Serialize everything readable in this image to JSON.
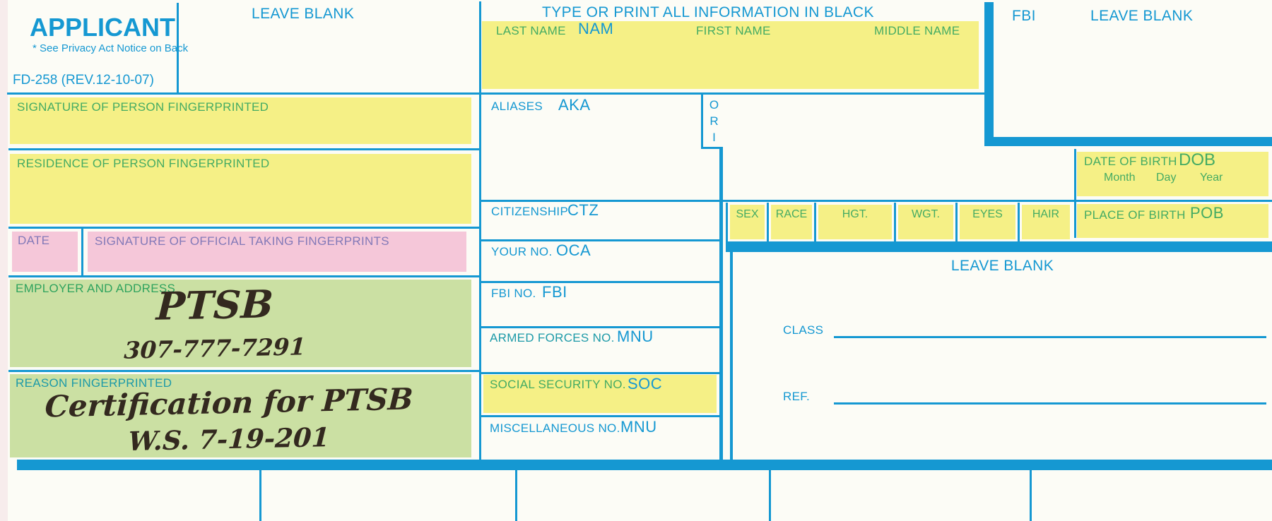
{
  "colors": {
    "accent_blue": "#1598d2",
    "field_yellow": "#f5f086",
    "field_pink": "#f5c7d9",
    "field_green": "#cbe0a3",
    "label_green": "#44ab63",
    "label_purple": "#8379b8",
    "handwriting": "#33291f"
  },
  "header": {
    "applicant": "APPLICANT",
    "privacy_note": "* See Privacy Act Notice on Back",
    "form_number": "FD-258 (REV.12-10-07)",
    "leave_blank_left": "LEAVE BLANK",
    "type_instruction": "TYPE OR PRINT ALL INFORMATION IN BLACK",
    "fbi_label": "FBI",
    "leave_blank_right": "LEAVE BLANK"
  },
  "name_row": {
    "last_name_label": "LAST NAME",
    "last_name_code": "NAM",
    "first_name_label": "FIRST NAME",
    "middle_name_label": "MIDDLE NAME"
  },
  "left_column": {
    "signature_label": "SIGNATURE OF PERSON FINGERPRINTED",
    "residence_label": "RESIDENCE OF PERSON FINGERPRINTED",
    "date_label": "DATE",
    "official_label": "SIGNATURE OF OFFICIAL TAKING FINGERPRINTS",
    "employer_label": "EMPLOYER AND ADDRESS",
    "employer_name": "PTSB",
    "employer_phone": "307-777-7291",
    "reason_label": "REASON FINGERPRINTED",
    "reason_line1": "Certification for PTSB",
    "reason_line2": "W.S. 7-19-201"
  },
  "middle_column": {
    "aliases": {
      "label": "ALIASES",
      "code": "AKA"
    },
    "ori": "ORI",
    "citizenship": {
      "label": "CITIZENSHIP",
      "code": "CTZ"
    },
    "your_no": {
      "label": "YOUR NO.",
      "code": "OCA"
    },
    "fbi_no": {
      "label": "FBI NO.",
      "code": "FBI"
    },
    "armed_forces_no": {
      "label": "ARMED FORCES NO.",
      "code": "MNU"
    },
    "social_security_no": {
      "label": "SOCIAL SECURITY NO.",
      "code": "SOC"
    },
    "miscellaneous_no": {
      "label": "MISCELLANEOUS NO.",
      "code": "MNU"
    }
  },
  "right_section": {
    "dob": {
      "label": "DATE OF BIRTH",
      "code": "DOB",
      "month": "Month",
      "day": "Day",
      "year": "Year"
    },
    "demographics": [
      "SEX",
      "RACE",
      "HGT.",
      "WGT.",
      "EYES",
      "HAIR"
    ],
    "pob": {
      "label": "PLACE OF BIRTH",
      "code": "POB"
    },
    "leave_blank_title": "LEAVE BLANK",
    "class_label": "CLASS",
    "ref_label": "REF."
  }
}
